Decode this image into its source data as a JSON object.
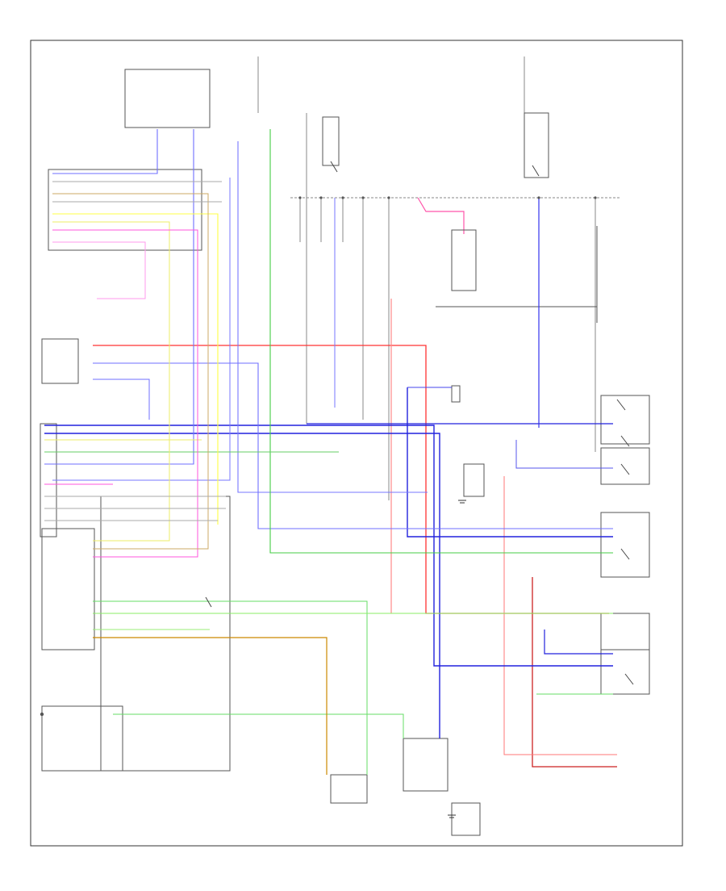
{
  "diagram": {
    "footer_code": "",
    "colors": {
      "red": "#ff0000",
      "blue": "#2222dd",
      "light_blue": "#6f6fff",
      "green": "#44cc44",
      "light_green": "#99ee77",
      "yellow": "#ffff44",
      "pink": "#ff55dd",
      "pink_light": "#ff99ee",
      "orange": "#cc8800",
      "tan": "#ccaa66",
      "gray": "#888888",
      "dark_red": "#cc2222"
    },
    "icons": [
      "ground-symbol",
      "switch-contact",
      "fuse-symbol"
    ]
  }
}
